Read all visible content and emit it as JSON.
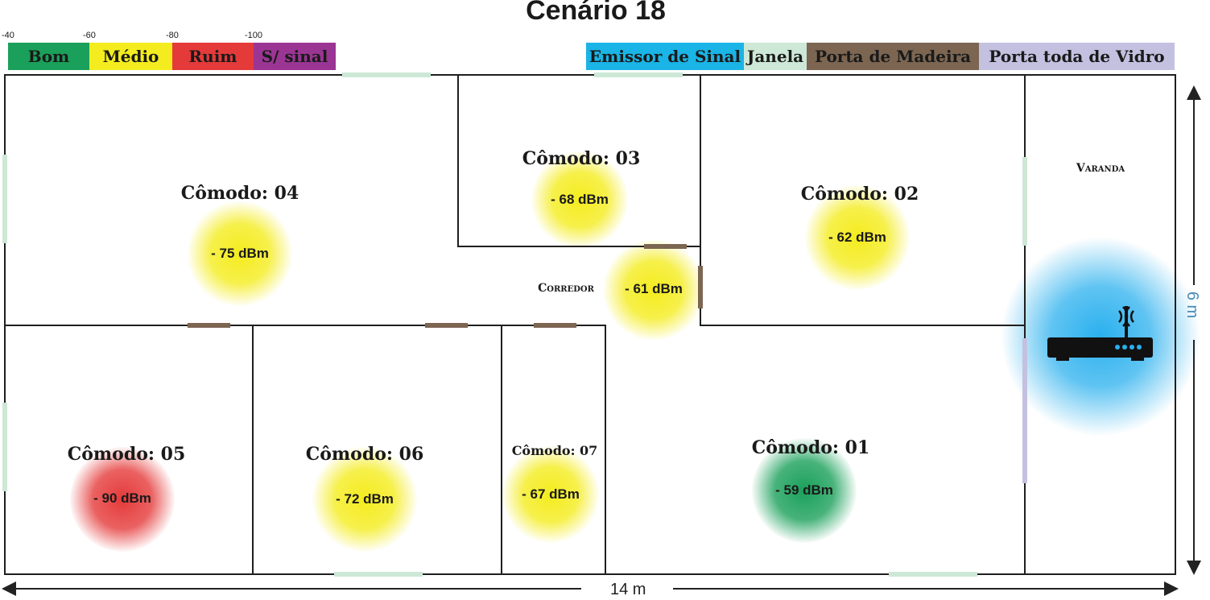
{
  "title": "Cenário 18",
  "scale": {
    "ticks": [
      "-40",
      "-60",
      "-80",
      "-100"
    ],
    "levels": [
      {
        "label": "Bom",
        "color": "#1aa05a"
      },
      {
        "label": "Médio",
        "color": "#f4ec1e"
      },
      {
        "label": "Ruim",
        "color": "#e53a3a"
      },
      {
        "label": "S/ sinal",
        "color": "#9b3594"
      }
    ]
  },
  "legend": [
    {
      "label": "Emissor de Sinal",
      "color": "#1ab4e6"
    },
    {
      "label": "Janela",
      "color": "#cde8d6"
    },
    {
      "label": "Porta de Madeira",
      "color": "#7c6652"
    },
    {
      "label": "Porta toda de Vidro",
      "color": "#c4c0e0"
    }
  ],
  "rooms": [
    {
      "id": "04",
      "label": "Cômodo: 04",
      "reading": "- 75 dBm",
      "level": "Médio"
    },
    {
      "id": "03",
      "label": "Cômodo: 03",
      "reading": "- 68 dBm",
      "level": "Médio"
    },
    {
      "id": "02",
      "label": "Cômodo: 02",
      "reading": "- 62 dBm",
      "level": "Médio"
    },
    {
      "id": "corredor",
      "label": "Corredor",
      "reading": "- 61 dBm",
      "level": "Médio"
    },
    {
      "id": "varanda",
      "label": "Varanda",
      "reading": "",
      "level": ""
    },
    {
      "id": "05",
      "label": "Cômodo: 05",
      "reading": "- 90 dBm",
      "level": "Ruim"
    },
    {
      "id": "06",
      "label": "Cômodo: 06",
      "reading": "- 72 dBm",
      "level": "Médio"
    },
    {
      "id": "07",
      "label": "Cômodo: 07",
      "reading": "- 67 dBm",
      "level": "Médio"
    },
    {
      "id": "01",
      "label": "Cômodo: 01",
      "reading": "- 59 dBm",
      "level": "Bom"
    }
  ],
  "dimensions": {
    "width": "14 m",
    "height": "6 m"
  },
  "emitter_icon": "wifi-router-icon"
}
